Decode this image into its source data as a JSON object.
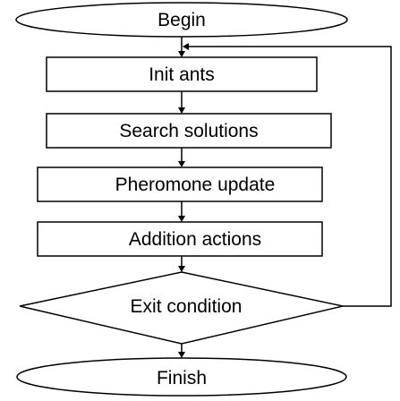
{
  "flowchart": {
    "nodes": [
      {
        "id": "begin",
        "shape": "terminal",
        "label": "Begin"
      },
      {
        "id": "init_ants",
        "shape": "process",
        "label": "Init ants"
      },
      {
        "id": "search_solutions",
        "shape": "process",
        "label": "Search solutions"
      },
      {
        "id": "pheromone_update",
        "shape": "process",
        "label": "Pheromone update"
      },
      {
        "id": "addition_actions",
        "shape": "process",
        "label": "Addition actions"
      },
      {
        "id": "exit_condition",
        "shape": "decision",
        "label": "Exit condition"
      },
      {
        "id": "finish",
        "shape": "terminal",
        "label": "Finish"
      }
    ],
    "edges": [
      {
        "from": "begin",
        "to": "init_ants"
      },
      {
        "from": "init_ants",
        "to": "search_solutions"
      },
      {
        "from": "search_solutions",
        "to": "pheromone_update"
      },
      {
        "from": "pheromone_update",
        "to": "addition_actions"
      },
      {
        "from": "addition_actions",
        "to": "exit_condition"
      },
      {
        "from": "exit_condition",
        "to": "finish"
      },
      {
        "from": "exit_condition",
        "to": "init_ants",
        "kind": "loop-back"
      }
    ]
  }
}
